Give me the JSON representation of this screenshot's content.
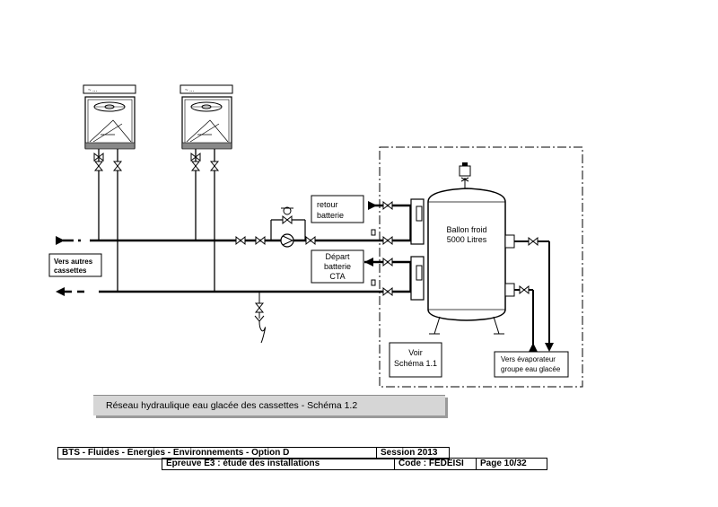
{
  "labels": {
    "retour": [
      "retour",
      "batterie"
    ],
    "depart": [
      "Départ",
      "batterie",
      "CTA"
    ],
    "vers_autres": [
      "Vers autres",
      "cassettes"
    ],
    "ballon": [
      "Ballon froid",
      "5000 Litres"
    ],
    "voir": [
      "Voir",
      "Schéma 1.1"
    ],
    "vers_evap": [
      "Vers évaporateur",
      "groupe eau glacée"
    ],
    "cassette_tag_1": "~ ...",
    "cassette_tag_2": "~ ..."
  },
  "caption": "Réseau hydraulique eau glacée des cassettes - Schéma 1.2",
  "footer": {
    "program": "BTS - Fluides - Énergies - Environnements - Option D",
    "session": "Session 2013",
    "epreuve": "Épreuve E3 : étude des installations",
    "code": "Code : FEDEISI",
    "page": "Page 10/32"
  }
}
